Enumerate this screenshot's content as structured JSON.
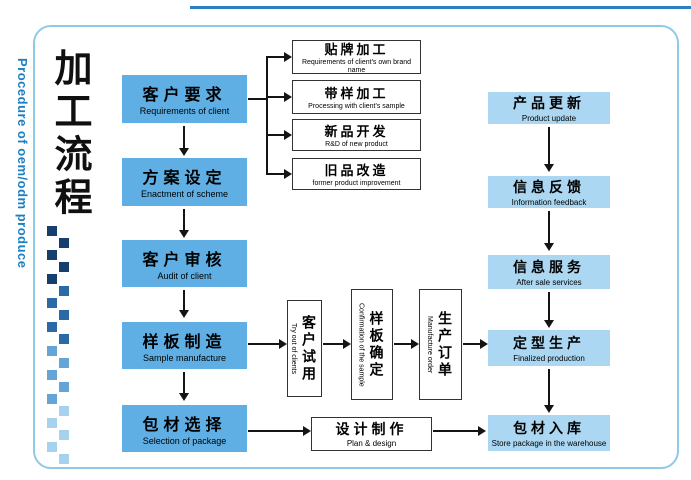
{
  "page": {
    "title_zh": "加工流程",
    "title_en": "Procedure of oem/odm produce"
  },
  "left_flow": [
    {
      "zh": "客户要求",
      "en": "Requirements of client"
    },
    {
      "zh": "方案设定",
      "en": "Enactment of scheme"
    },
    {
      "zh": "客户审核",
      "en": "Audit of client"
    },
    {
      "zh": "样板制造",
      "en": "Sample manufacture"
    },
    {
      "zh": "包材选择",
      "en": "Selection of package"
    }
  ],
  "branch_flow": [
    {
      "zh": "贴牌加工",
      "en": "Requirements of client's own brand name"
    },
    {
      "zh": "带样加工",
      "en": "Processing with client's sample"
    },
    {
      "zh": "新品开发",
      "en": "R&D of new product"
    },
    {
      "zh": "旧品改造",
      "en": "former product improvement"
    }
  ],
  "middle_flow": [
    {
      "zh": "客户试用",
      "en": "Try out of clients"
    },
    {
      "zh": "样板确定",
      "en": "Confirmation of the sample"
    },
    {
      "zh": "生产订单",
      "en": "Manufacture order"
    }
  ],
  "right_flow": [
    {
      "zh": "产品更新",
      "en": "Product update"
    },
    {
      "zh": "信息反馈",
      "en": "Information feedback"
    },
    {
      "zh": "信息服务",
      "en": "After sale services"
    },
    {
      "zh": "定型生产",
      "en": "Finalized production"
    },
    {
      "zh": "包材入库",
      "en": "Store package in the warehouse"
    }
  ],
  "design_box": {
    "zh": "设计制作",
    "en": "Plan & design"
  },
  "colors": {
    "box_blue": "#5fafe4",
    "box_light_blue": "#abd7f2",
    "accent_blue": "#1b7fc0",
    "frame_blue": "#8fc9e8"
  }
}
